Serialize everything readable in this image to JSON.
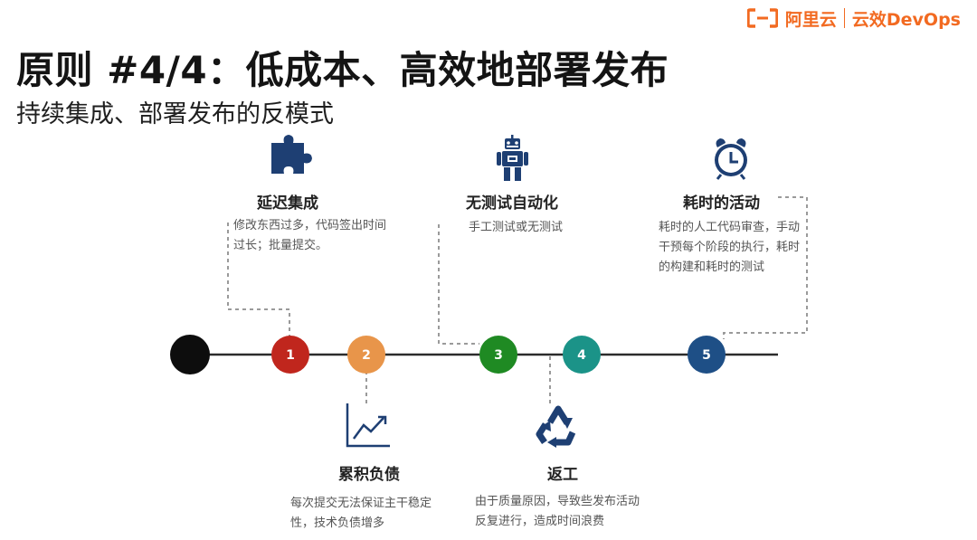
{
  "brand": {
    "name": "阿里云",
    "product": "云效DevOps",
    "color": "#f26a21"
  },
  "title": "原则 #4/4：低成本、高效地部署发布",
  "subtitle": "持续集成、部署发布的反模式",
  "timeline": {
    "nodes": [
      {
        "number": "1",
        "color": "#c0261d"
      },
      {
        "number": "2",
        "color": "#e8954a"
      },
      {
        "number": "3",
        "color": "#1f8a23"
      },
      {
        "number": "4",
        "color": "#1b9388"
      },
      {
        "number": "5",
        "color": "#1e4f86"
      }
    ]
  },
  "items": [
    {
      "label": "延迟集成",
      "desc": "修改东西过多，代码签出时间过长；批量提交。",
      "icon": "puzzle-icon"
    },
    {
      "label": "累积负债",
      "desc": "每次提交无法保证主干稳定性，技术负债增多",
      "icon": "trend-chart-icon"
    },
    {
      "label": "无测试自动化",
      "desc": "手工测试或无测试",
      "icon": "robot-icon"
    },
    {
      "label": "返工",
      "desc": "由于质量原因，导致些发布活动反复进行，造成时间浪费",
      "icon": "recycle-icon"
    },
    {
      "label": "耗时的活动",
      "desc": "耗时的人工代码审查，手动干预每个阶段的执行，耗时的构建和耗时的测试",
      "icon": "alarm-clock-icon"
    }
  ],
  "colors": {
    "icon": "#1e3f73",
    "connector": "#9a9a9a",
    "line": "#2b2b2b"
  }
}
